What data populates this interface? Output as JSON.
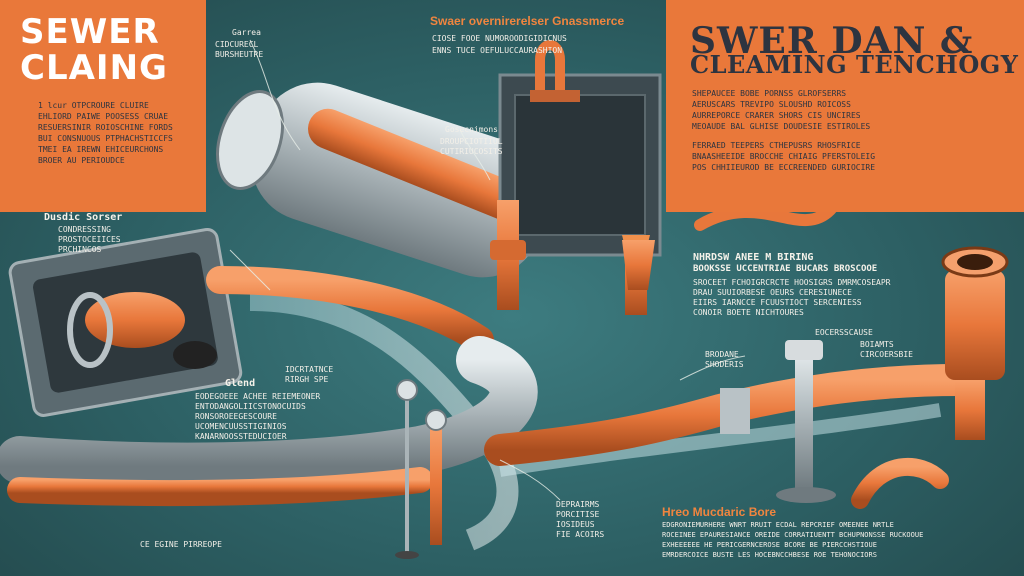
{
  "colors": {
    "orange": "#e9783a",
    "teal": "#2f6468",
    "dark_text": "#2d3440",
    "pipe_orange": "#e8773b",
    "pipe_silver": "#b9c2c6"
  },
  "left_panel": {
    "title_line1": "SEWER",
    "title_line2": "CLAING",
    "body": "1 lcur OTPCROURE CLUIRE\nEHLIORD PAIWE POOSESS CRUAE\nRESUERSINIR ROIOSCHINE FORDS\nBUI CONSNUOUS PTPHACHSTICCFS\nTMEI EA IREWN EHICEURCHONS\nBROER AU PERIOUDCE"
  },
  "right_panel": {
    "title_line1": "SWER DAN &",
    "title_line2": "CLEAMING TENCHOGY",
    "body1": "SHEPAUCEE BOBE PORNSS GLROFSERRS\nAERUSCARS TREVIPO SLOUSHD ROICOSS\nAURREPORCE CRARER SHORS CIS UNCIRES\nMEOAUDE BAL GLHISE DOUDESIE ESTIROLES",
    "body2": "FERRAED TEEPERS CTHEPUSRS RHOSFRICE\nBNAASHEEIDE BROCCHE CHIAIG PFERSTOLEIG\nPOS CHHIIEUROD BE ECCREENDED GURIOCIRE"
  },
  "center_top": {
    "headline": "Swaer overnirerelser Gnassmerce",
    "line1": "CIOSE FOOE NUMOROODIGIDICNUS",
    "line2": "ENNS TUCE OEFULUCCAURASHION",
    "small_label": "Garrea",
    "small_sub": "CIDCURECL\nBURSHEUTRE"
  },
  "mid_labels": {
    "left_head": "Dusdic Sorser",
    "left_body": "CONDRESSING\nPROSTOCEIICES\nPRCHINCOS",
    "center_label": "Gosecnimons",
    "center_sub": "DROUPCIOTIIUL\nCUTIRIUCOSITS"
  },
  "right_mid": {
    "head": "NHRDSW ANEE        M BIRING",
    "head2": "BOOKSSE UCCENTRIAE  BUCARS BROSCOOE",
    "body": "SROCEET FCHOIGRCRCTE HOOSIGRS DMRMCOSEAPR\nDRAU SUUIORBESE OEURS CERESIUNECE\nEIIRS IARNCCE FCUUSTIOCT SERCENIESS\nCONOIR BOETE NICHTOURES"
  },
  "center_lower": {
    "label": "Glend",
    "label2": "IDCRTATNCE\nRIRGH SPE",
    "body": "EODEGOEEE ACHEE REIEMEONER\nENTODANGOLIICSTONOCUIDS\nRONSOROEEGESCOURE\nUCOMENCUUSSTIGINIOS\nKANARNOOSSTEDUCIOER"
  },
  "right_labels": {
    "unit_label": "EOCERSSCAUSE",
    "unit_sub": "BOIAMTS\nCIRCOERSBIE",
    "pressure_label": "BRODANE\nSHODERIS",
    "bottom_head": "Hreo Mucdaric Bore",
    "bottom_body": "EDGRONIEMURHERE WNRT RRUIT ECDAL REPCRIEF OMEENEE NRTLE\nROCEINEE EPAURESIANCE OREIDE CORRATIUENTT BCHUPNONSSE RUCKOOUE\nEXHEEEEEE HE PERICGERNCEROSE BCORE BE PIERCCHSTIOUE\nEMRDERCOICE BUSTE LES HOCEBNCCHBESE ROE TEHONOCIORS"
  },
  "bottom_labels": {
    "left_bottom": "CE EGINE PIRREOPE",
    "center_bottom": "DEPRAIRMS\nPORCITISE\nIOSIDEUS\nFIE ACOIRS"
  }
}
